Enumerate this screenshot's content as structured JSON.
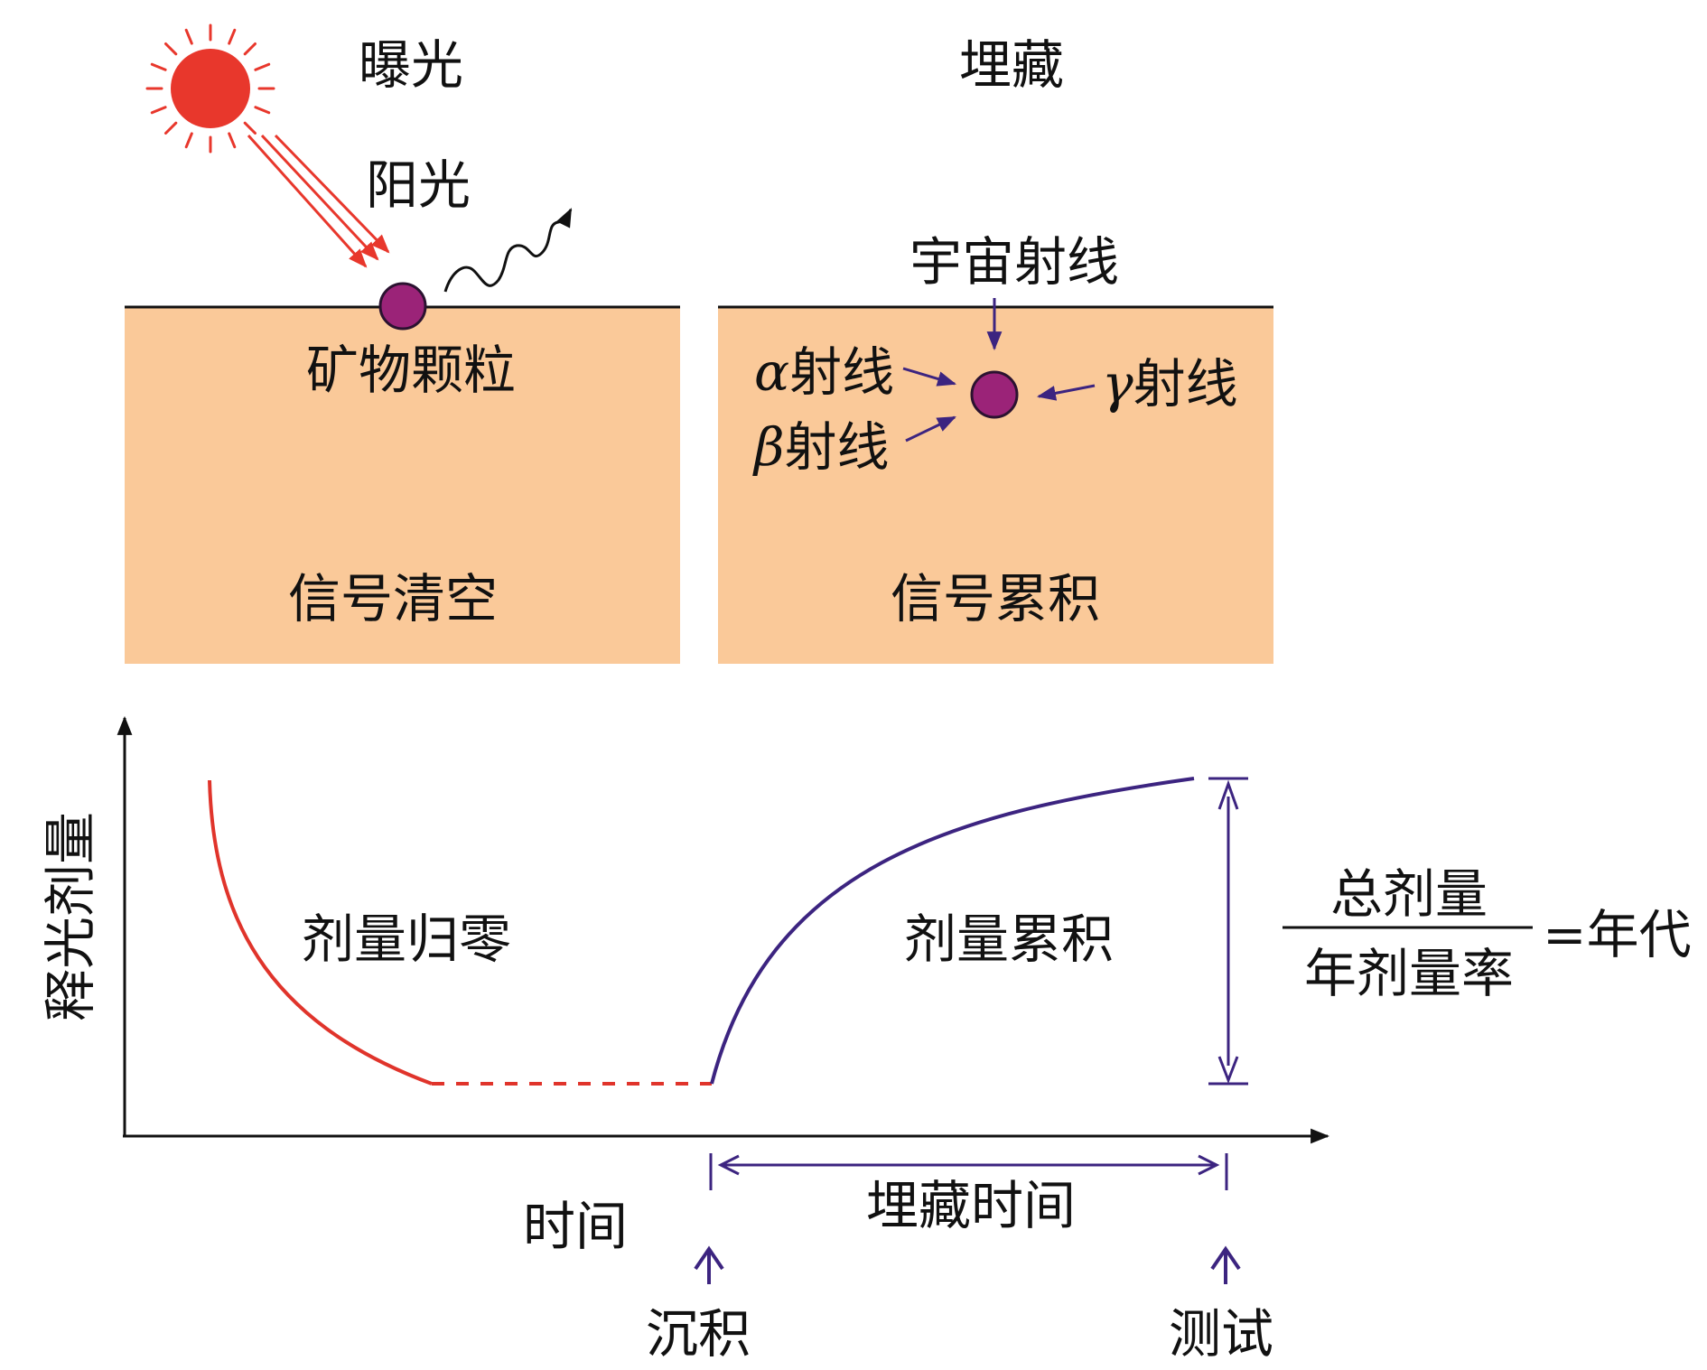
{
  "colors": {
    "sediment": "#FAC999",
    "sun": "#E8372C",
    "sun_rays": "#E8372C",
    "grain": "#9B2378",
    "grain_stroke": "#2B1230",
    "dose_zero_curve": "#E0342B",
    "dose_accum_curve": "#3C2480",
    "arrows_dark": "#3C2480",
    "axis": "#111111"
  },
  "exposure": {
    "title": "曝光",
    "sunlight_label": "阳光",
    "grain_label": "矿物颗粒",
    "status_label": "信号清空"
  },
  "burial": {
    "title": "埋藏",
    "cosmic_label": "宇宙射线",
    "alpha_symbol": "α",
    "alpha_label": "射线",
    "beta_symbol": "β",
    "beta_label": "射线",
    "gamma_symbol": "γ",
    "gamma_label": "射线",
    "status_label": "信号累积"
  },
  "graph": {
    "y_axis_label": "释光剂量",
    "x_axis_label": "时间",
    "zero_label": "剂量归零",
    "accum_label": "剂量累积",
    "burial_time_label": "埋藏时间",
    "deposition_label": "沉积",
    "test_label": "测试"
  },
  "formula": {
    "numerator": "总剂量",
    "denominator": "年剂量率",
    "result": "=年代"
  }
}
